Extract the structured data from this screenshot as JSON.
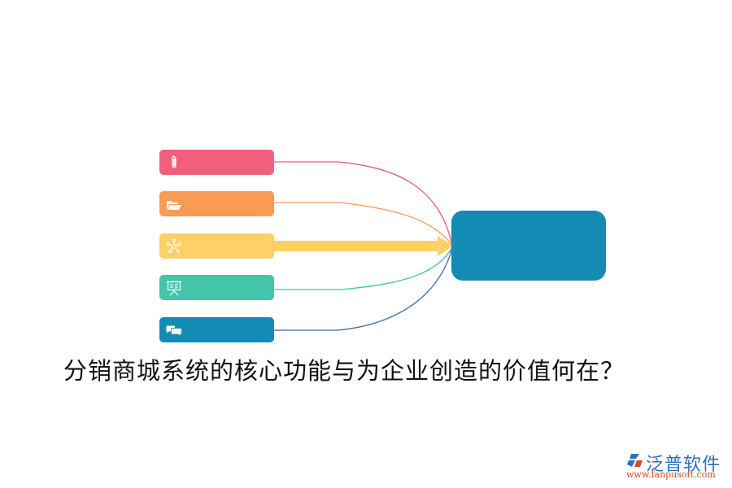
{
  "diagram": {
    "title": "分销商城系统的核心功能与为企业创造的价值何在？",
    "nodes": [
      {
        "id": "node-1",
        "icon": "paperclip-icon",
        "label": "",
        "color": "#f0607d",
        "line_color": "#ea5a7a"
      },
      {
        "id": "node-2",
        "icon": "folder-open-icon",
        "label": "",
        "color": "#f99a55",
        "line_color": "#f59a5a"
      },
      {
        "id": "node-3",
        "icon": "network-icon",
        "label": "",
        "color": "#ffd066",
        "line_color": "#ffd066"
      },
      {
        "id": "node-4",
        "icon": "presentation-board-icon",
        "label": "",
        "color": "#42c5a8",
        "line_color": "#45c4a6"
      },
      {
        "id": "node-5",
        "icon": "chat-bubbles-icon",
        "label": "",
        "color": "#138bb4",
        "line_color": "#3e63a8"
      }
    ],
    "center_node": {
      "label": "",
      "color": "#138bb4"
    },
    "connector": "arrow from node-3 to center; curved lines from other nodes"
  },
  "watermark": {
    "brand": "泛普软件",
    "url": "www.fanpusoft.com",
    "brand_color": "#2e6fbd",
    "url_color": "#d24b20"
  }
}
